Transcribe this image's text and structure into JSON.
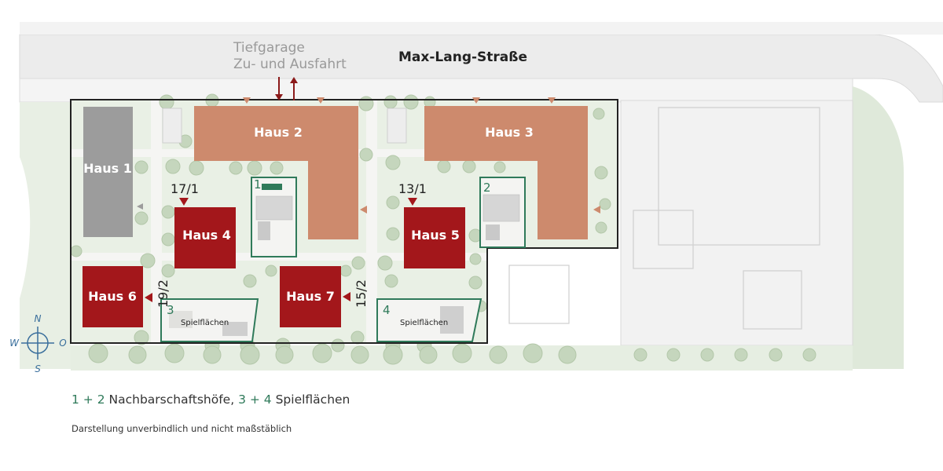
{
  "map": {
    "street_name": "Max-Lang-Straße",
    "garage_label_line1": "Tiefgarage",
    "garage_label_line2": "Zu- und Ausfahrt",
    "buildings": {
      "haus1": "Haus 1",
      "haus2": "Haus 2",
      "haus3": "Haus 3",
      "haus4": "Haus 4",
      "haus5": "Haus 5",
      "haus6": "Haus 6",
      "haus7": "Haus 7"
    },
    "entrance_numbers": {
      "e171": "17/1",
      "e131": "13/1",
      "e192": "19/2",
      "e152": "15/2"
    },
    "area_numbers": {
      "a1": "1",
      "a2": "2",
      "a3": "3",
      "a4": "4"
    },
    "playground_label": "Spielflächen",
    "compass": {
      "north": "N",
      "south": "S",
      "west": "W",
      "east": "O"
    },
    "colors": {
      "terracotta": "#cd8a6d",
      "dark_red": "#a3171b",
      "grey_building": "#9c9c9c",
      "green_outline": "#2f7a5a",
      "compass_blue": "#3a6f9c"
    }
  },
  "legend": {
    "num12": "1 + 2",
    "label12": " Nachbarschaftshöfe, ",
    "num34": "3 + 4",
    "label34": " Spielflächen",
    "disclaimer": "Darstellung unverbindlich und nicht maßstäblich"
  }
}
